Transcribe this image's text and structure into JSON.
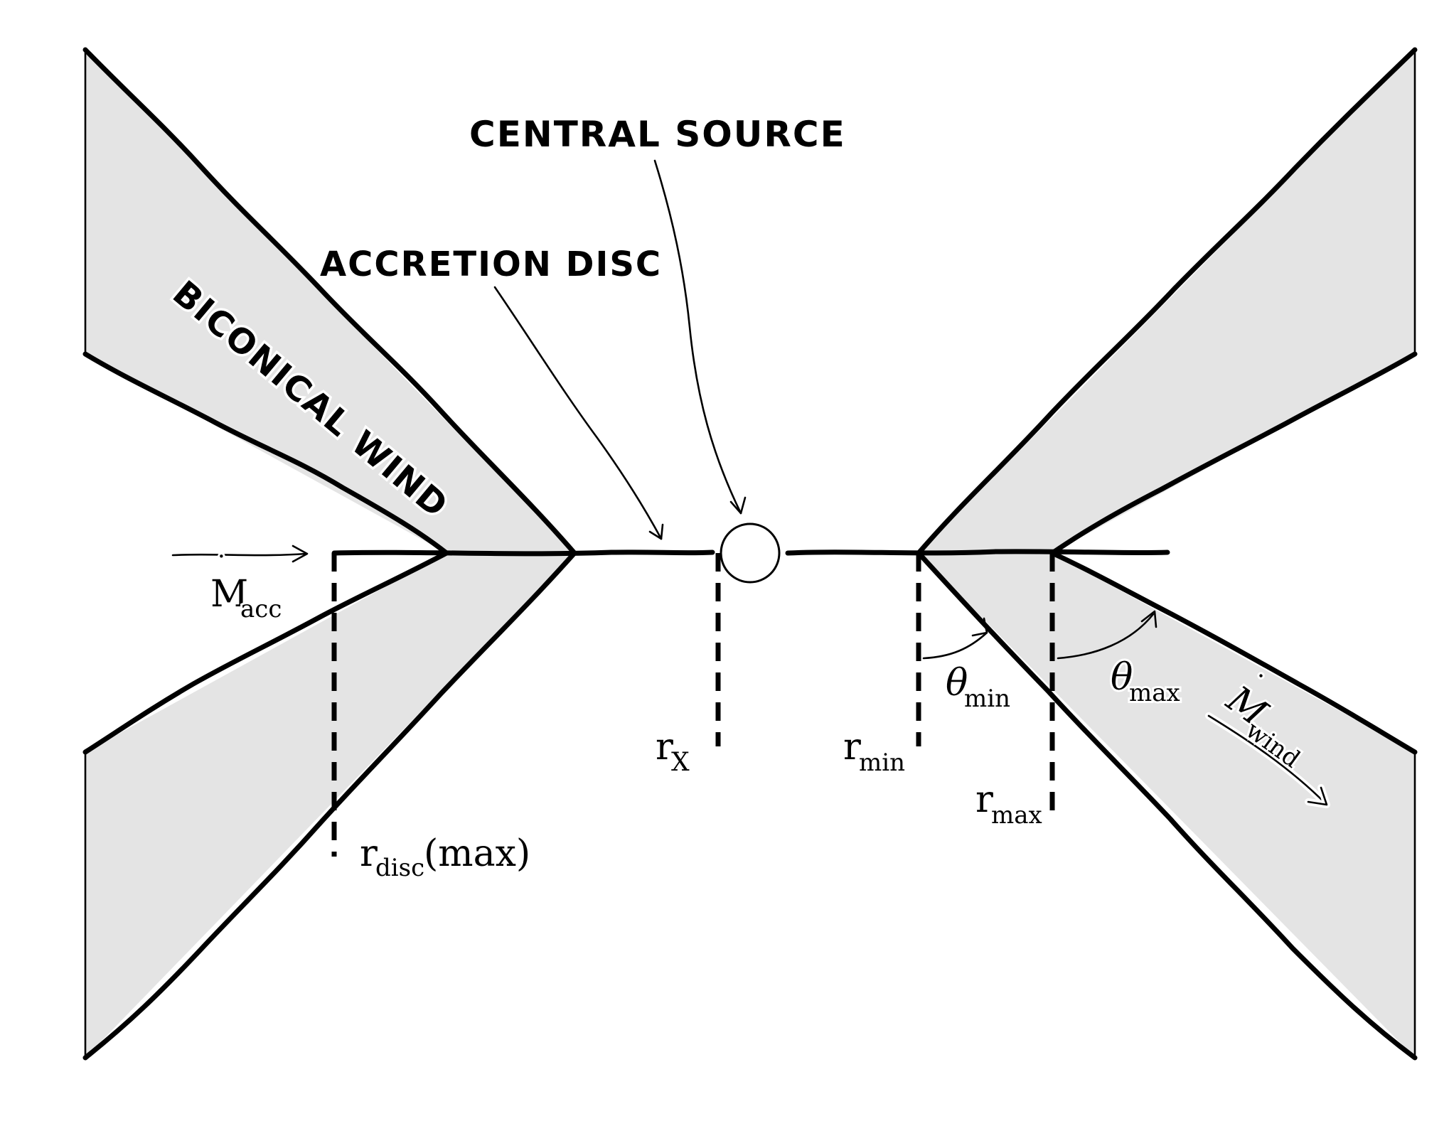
{
  "labels": {
    "central_source": "CENTRAL SOURCE",
    "accretion_disc": "ACCRETION DISC",
    "biconical_wind": "BICONICAL WIND"
  },
  "math": {
    "m_acc": {
      "base": "M",
      "sub": "acc"
    },
    "m_wind": {
      "base": "M",
      "sub": "wind"
    },
    "r_x": {
      "base": "r",
      "sub": "X"
    },
    "r_min": {
      "base": "r",
      "sub": "min"
    },
    "r_max": {
      "base": "r",
      "sub": "max"
    },
    "r_disc": {
      "base": "r",
      "sub": "disc",
      "suffix": "(max)"
    },
    "theta_min": {
      "base": "θ",
      "sub": "min"
    },
    "theta_max": {
      "base": "θ",
      "sub": "max"
    }
  },
  "colors": {
    "wind_fill": "#e4e4e4",
    "line": "#000000",
    "background": "#ffffff"
  }
}
